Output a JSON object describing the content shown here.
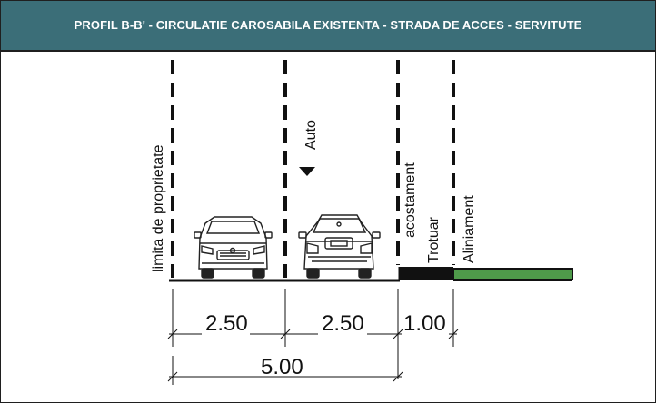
{
  "header": {
    "title": "PROFIL B-B' - CIRCULATIE CAROSABILA EXISTENTA - STRADA DE ACCES - SERVITUTE"
  },
  "labels": {
    "property_limit": "limita de proprietate",
    "auto": "Auto",
    "shoulder": "acostament",
    "sidewalk": "Trotuar",
    "alignment": "Aliniament"
  },
  "dimensions": {
    "lane_1": "2.50",
    "lane_2": "2.50",
    "sidewalk": "1.00",
    "total": "5.00"
  },
  "colors": {
    "header_bg": "#3b6e78",
    "green_strip": "#4f9a4a",
    "sidewalk": "#111111"
  }
}
